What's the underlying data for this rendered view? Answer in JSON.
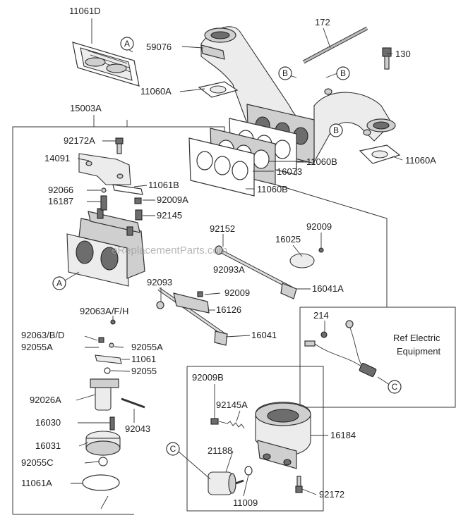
{
  "watermark": "eReplacementParts.com",
  "part_labels": {
    "p11061D": "11061D",
    "p172": "172",
    "p59076": "59076",
    "p130": "130",
    "p11060A_top": "11060A",
    "p15003A": "15003A",
    "p92172A": "92172A",
    "p14091": "14091",
    "p11060B_a": "11060B",
    "p16073": "16073",
    "p11060B_b": "11060B",
    "p11060A_right": "11060A",
    "p11061B": "11061B",
    "p92066": "92066",
    "p92009A": "92009A",
    "p16187": "16187",
    "p92145": "92145",
    "p92152": "92152",
    "p92009_top": "92009",
    "p16025": "16025",
    "p92093A": "92093A",
    "p16041A": "16041A",
    "p92093": "92093",
    "p92009_mid": "92009",
    "p16126": "16126",
    "p92063AFH": "92063A/F/H",
    "p214": "214",
    "p16041": "16041",
    "p92063BD": "92063/B/D",
    "p92055A_l": "92055A",
    "p92055A_r": "92055A",
    "p11061": "11061",
    "p92055": "92055",
    "p92026A": "92026A",
    "p16030": "16030",
    "p92043": "92043",
    "p16031": "16031",
    "p92055C": "92055C",
    "p11061A": "11061A",
    "p92009B": "92009B",
    "p92145A": "92145A",
    "p16184": "16184",
    "p21188": "21188",
    "p11009": "11009",
    "p92172": "92172"
  },
  "ref_note": {
    "line1": "Ref Electric",
    "line2": "Equipment"
  },
  "callouts": {
    "A": "A",
    "B": "B",
    "C": "C"
  }
}
